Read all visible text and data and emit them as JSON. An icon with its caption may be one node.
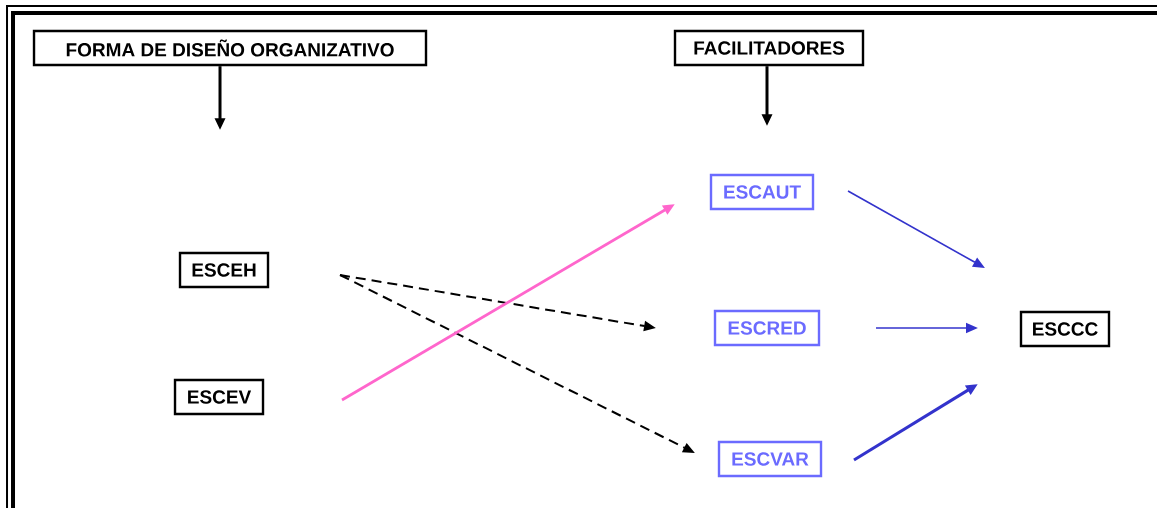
{
  "diagram": {
    "nodes": [
      {
        "text": [
          "FORMA DE DISEÑO ORGANIZATIVO"
        ]
      },
      {
        "text": [
          "FACILITADORES"
        ]
      },
      {
        "text": [
          "ESCEH"
        ]
      },
      {
        "text": [
          "ESCEV"
        ]
      },
      {
        "text": [
          "ESCAUT"
        ]
      },
      {
        "text": [
          "ESCRED"
        ]
      },
      {
        "text": [
          "ESCVAR"
        ]
      },
      {
        "text": [
          "ESCCC"
        ]
      }
    ],
    "edges": [
      {
        "from": 0,
        "to": null,
        "arrow": "to",
        "color": "#000000"
      },
      {
        "from": 1,
        "to": null,
        "arrow": "to",
        "color": "#000000"
      },
      {
        "from": 2,
        "to": 5,
        "arrow": "to",
        "style": "dashed",
        "color": "#000000"
      },
      {
        "from": 2,
        "to": 6,
        "arrow": "to",
        "style": "dashed",
        "color": "#000000"
      },
      {
        "from": 3,
        "to": 4,
        "arrow": "to",
        "color": "#ff66cc"
      },
      {
        "from": 4,
        "to": 7,
        "arrow": "to",
        "color": "#3333cc"
      },
      {
        "from": 5,
        "to": 7,
        "arrow": "to",
        "color": "#3333cc"
      },
      {
        "from": 6,
        "to": 7,
        "arrow": "to",
        "color": "#3333cc"
      }
    ]
  }
}
